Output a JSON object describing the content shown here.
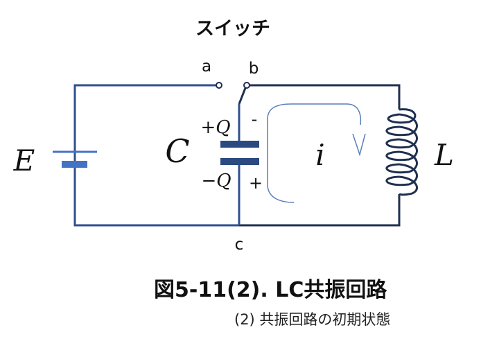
{
  "switch_title": "スイッチ",
  "terminals": {
    "a": "a",
    "b": "b",
    "c": "c"
  },
  "components": {
    "battery": "E",
    "capacitor": "C",
    "inductor": "L",
    "current": "i"
  },
  "charges": {
    "top": "+Q",
    "bottom": "−Q",
    "top_sign": "-",
    "bottom_sign": "+"
  },
  "caption": "図5-11(2). LC共振回路",
  "subcaption": "(2) 共振回路の初期状態",
  "colors": {
    "wire_left": "#2f4f8f",
    "wire_right": "#1f2f50",
    "capacitor": "#2a4a80",
    "battery": "#4472c4",
    "current_arrow": "#5b7fb8"
  }
}
